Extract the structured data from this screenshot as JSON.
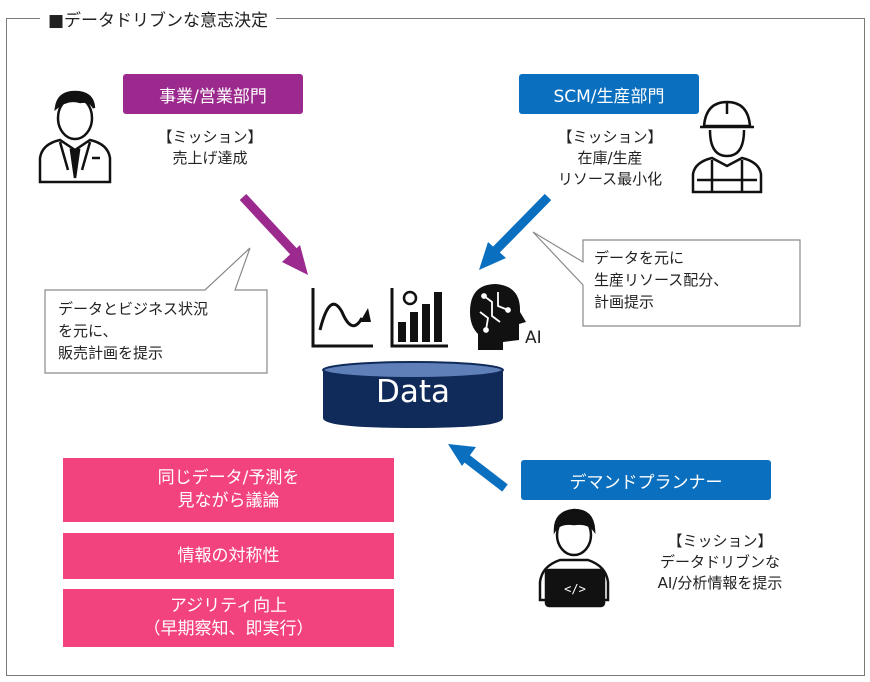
{
  "title": "■データドリブンな意志決定",
  "sales": {
    "label": "事業/営業部門",
    "mission": "【ミッション】\n売上げ達成",
    "callout": "データとビジネス状況\nを元に、\n販売計画を提示"
  },
  "scm": {
    "label": "SCM/生産部門",
    "mission": "【ミッション】\n在庫/生産\nリソース最小化",
    "callout": "データを元に\n生産リソース配分、\n計画提示"
  },
  "planner": {
    "label": "デマンドプランナー",
    "mission": "【ミッション】\nデータドリブンな\nAI/分析情報を提示"
  },
  "center": {
    "data_label": "Data",
    "ai_label": "AI"
  },
  "benefits": [
    "同じデータ/予測を\n見ながら議論",
    "情報の対称性",
    "アジリティ向上\n（早期察知、即実行）"
  ],
  "colors": {
    "sales": "#9c2a8e",
    "scm": "#0b6fc0",
    "db": "#102a5a",
    "benefit": "#f2437f"
  },
  "icons": [
    "businessman-icon",
    "engineer-icon",
    "developer-icon",
    "wave-chart-icon",
    "bar-chart-icon",
    "ai-head-icon",
    "database-icon"
  ]
}
